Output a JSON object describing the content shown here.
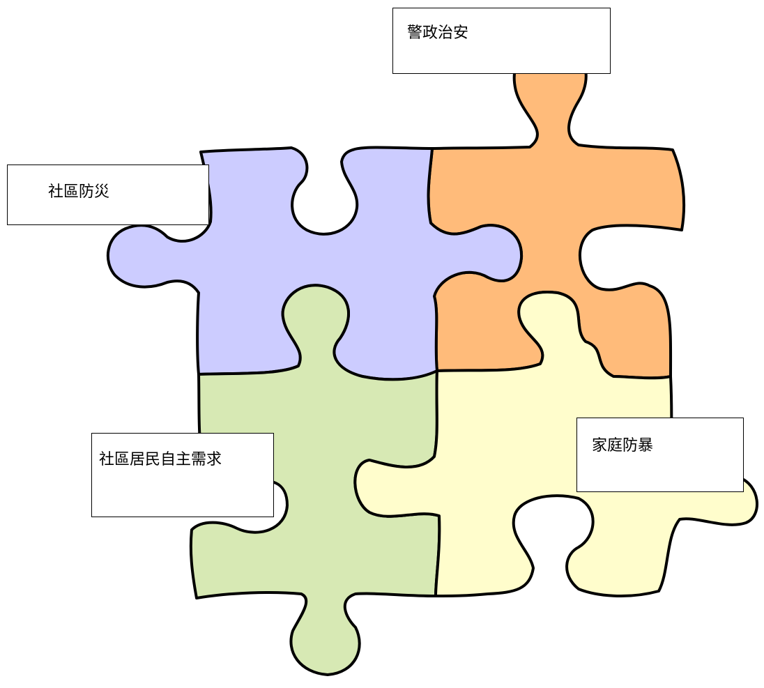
{
  "labels": {
    "police": "警政治安",
    "disaster": "社區防災",
    "resident": "社區居民自主需求",
    "domestic": "家庭防暴"
  },
  "colors": {
    "blue_piece": "#ccccff",
    "orange_piece": "#ffbb7a",
    "green_piece": "#d7e9b4",
    "yellow_piece": "#fffdcc",
    "outline": "#000000",
    "box_border": "#000000"
  }
}
